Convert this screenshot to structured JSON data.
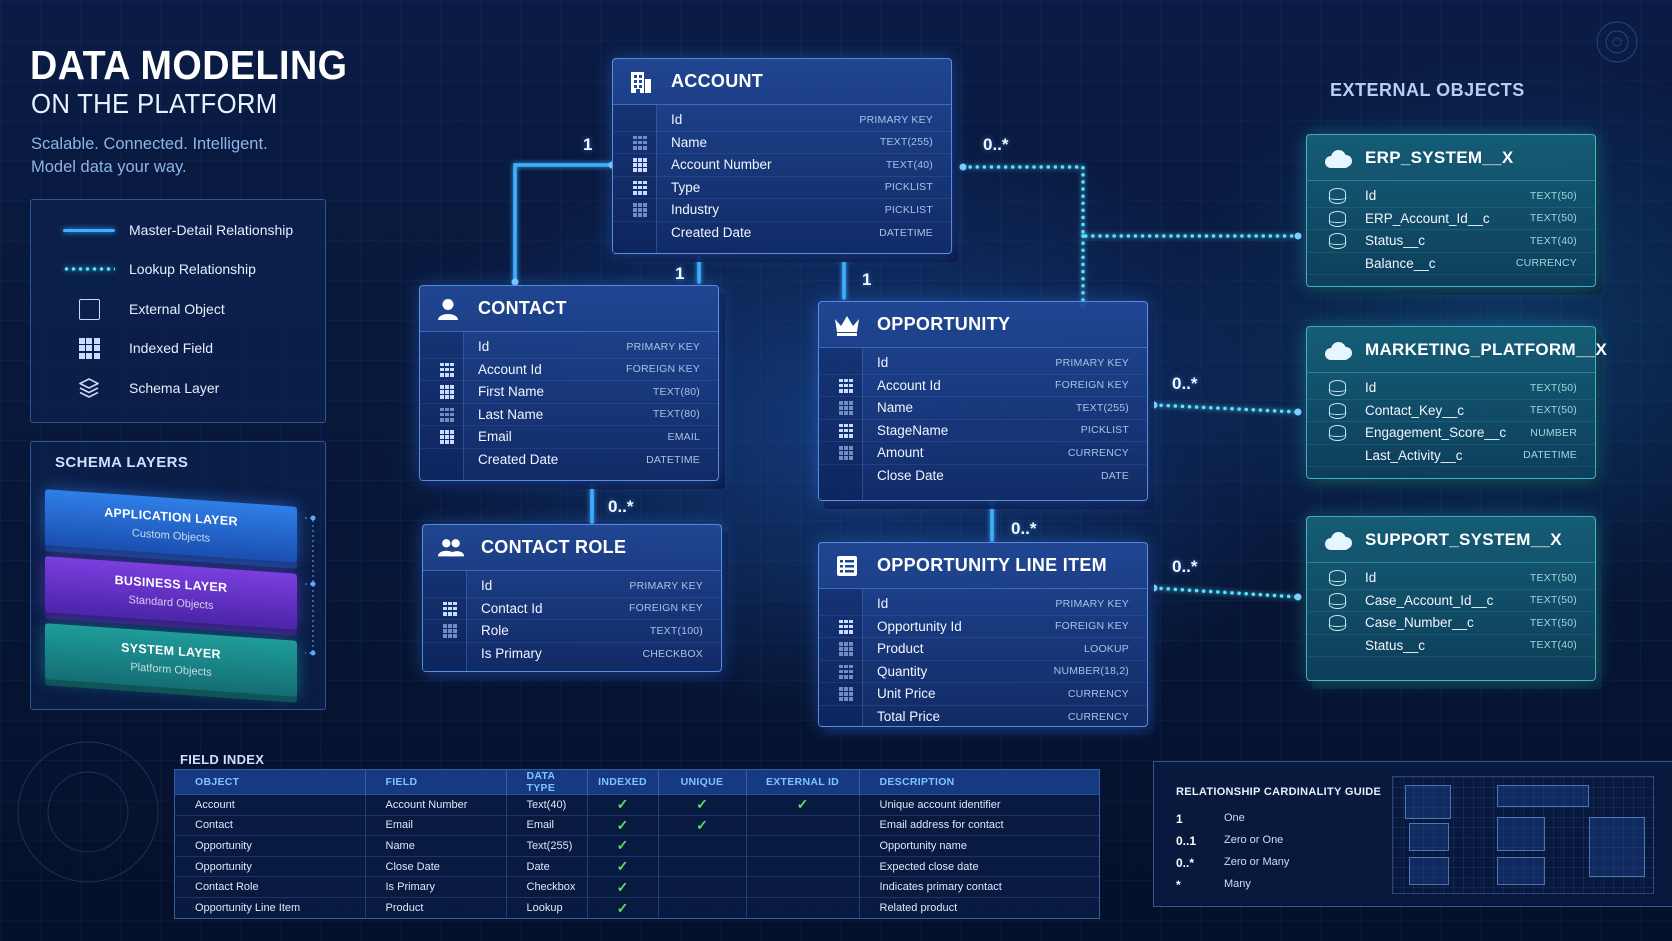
{
  "header": {
    "title": "DATA MODELING",
    "subtitle": "ON THE PLATFORM",
    "tagline_1": "Scalable. Connected. Intelligent.",
    "tagline_2": "Model data your way."
  },
  "legend": {
    "items": [
      {
        "label": "Master-Detail Relationship",
        "icon": "solid-line"
      },
      {
        "label": "Lookup Relationship",
        "icon": "dotted-line"
      },
      {
        "label": "External Object",
        "icon": "square-outline-icon"
      },
      {
        "label": "Indexed Field",
        "icon": "grid-icon"
      },
      {
        "label": "Schema Layer",
        "icon": "layers-icon"
      }
    ]
  },
  "schema_layers": {
    "title": "SCHEMA LAYERS",
    "layers": [
      {
        "name": "APPLICATION LAYER",
        "desc": "Custom Objects",
        "color": "#2f7fe8"
      },
      {
        "name": "BUSINESS LAYER",
        "desc": "Standard Objects",
        "color": "#7b3fe0"
      },
      {
        "name": "SYSTEM LAYER",
        "desc": "Platform Objects",
        "color": "#1f9c9a"
      }
    ]
  },
  "entities": {
    "account": {
      "name": "ACCOUNT",
      "icon": "building-icon",
      "fields": [
        {
          "name": "Id",
          "type": "PRIMARY KEY"
        },
        {
          "name": "Name",
          "type": "TEXT(255)"
        },
        {
          "name": "Account Number",
          "type": "TEXT(40)"
        },
        {
          "name": "Type",
          "type": "PICKLIST"
        },
        {
          "name": "Industry",
          "type": "PICKLIST"
        },
        {
          "name": "Created Date",
          "type": "DATETIME"
        }
      ]
    },
    "contact": {
      "name": "CONTACT",
      "icon": "person-icon",
      "fields": [
        {
          "name": "Id",
          "type": "PRIMARY KEY"
        },
        {
          "name": "Account Id",
          "type": "FOREIGN KEY"
        },
        {
          "name": "First Name",
          "type": "TEXT(80)"
        },
        {
          "name": "Last Name",
          "type": "TEXT(80)"
        },
        {
          "name": "Email",
          "type": "EMAIL"
        },
        {
          "name": "Created Date",
          "type": "DATETIME"
        }
      ]
    },
    "opportunity": {
      "name": "OPPORTUNITY",
      "icon": "crown-icon",
      "fields": [
        {
          "name": "Id",
          "type": "PRIMARY KEY"
        },
        {
          "name": "Account Id",
          "type": "FOREIGN KEY"
        },
        {
          "name": "Name",
          "type": "TEXT(255)"
        },
        {
          "name": "StageName",
          "type": "PICKLIST"
        },
        {
          "name": "Amount",
          "type": "CURRENCY"
        },
        {
          "name": "Close Date",
          "type": "DATE"
        }
      ]
    },
    "contact_role": {
      "name": "CONTACT ROLE",
      "icon": "people-icon",
      "fields": [
        {
          "name": "Id",
          "type": "PRIMARY KEY"
        },
        {
          "name": "Contact Id",
          "type": "FOREIGN KEY"
        },
        {
          "name": "Role",
          "type": "TEXT(100)"
        },
        {
          "name": "Is Primary",
          "type": "CHECKBOX"
        }
      ]
    },
    "opp_line_item": {
      "name": "OPPORTUNITY LINE ITEM",
      "icon": "list-icon",
      "fields": [
        {
          "name": "Id",
          "type": "PRIMARY KEY"
        },
        {
          "name": "Opportunity Id",
          "type": "FOREIGN KEY"
        },
        {
          "name": "Product",
          "type": "LOOKUP"
        },
        {
          "name": "Quantity",
          "type": "NUMBER(18,2)"
        },
        {
          "name": "Unit Price",
          "type": "CURRENCY"
        },
        {
          "name": "Total Price",
          "type": "CURRENCY"
        }
      ]
    }
  },
  "external": {
    "title": "EXTERNAL OBJECTS",
    "erp": {
      "name": "ERP_SYSTEM__X",
      "icon": "cloud-icon",
      "fields": [
        {
          "name": "Id",
          "type": "TEXT(50)"
        },
        {
          "name": "ERP_Account_Id__c",
          "type": "TEXT(50)"
        },
        {
          "name": "Status__c",
          "type": "TEXT(40)"
        },
        {
          "name": "Balance__c",
          "type": "CURRENCY"
        }
      ]
    },
    "marketing": {
      "name": "MARKETING_PLATFORM__X",
      "icon": "cloud-icon",
      "fields": [
        {
          "name": "Id",
          "type": "TEXT(50)"
        },
        {
          "name": "Contact_Key__c",
          "type": "TEXT(50)"
        },
        {
          "name": "Engagement_Score__c",
          "type": "NUMBER"
        },
        {
          "name": "Last_Activity__c",
          "type": "DATETIME"
        }
      ]
    },
    "support": {
      "name": "SUPPORT_SYSTEM__X",
      "icon": "cloud-icon",
      "fields": [
        {
          "name": "Id",
          "type": "TEXT(50)"
        },
        {
          "name": "Case_Account_Id__c",
          "type": "TEXT(50)"
        },
        {
          "name": "Case_Number__c",
          "type": "TEXT(50)"
        },
        {
          "name": "Status__c",
          "type": "TEXT(40)"
        }
      ]
    }
  },
  "cardinality_labels": {
    "account_contact": "1",
    "account_erp": "0..*",
    "contact_top": "1",
    "opportunity_top": "1",
    "contact_role": "0..*",
    "opp_marketing": "0..*",
    "opp_line_item": "0..*",
    "line_support": "0..*"
  },
  "field_index": {
    "title": "FIELD INDEX",
    "columns": [
      "OBJECT",
      "FIELD",
      "DATA TYPE",
      "INDEXED",
      "UNIQUE",
      "EXTERNAL ID",
      "DESCRIPTION"
    ],
    "rows": [
      {
        "object": "Account",
        "field": "Account Number",
        "type": "Text(40)",
        "indexed": true,
        "unique": true,
        "external": true,
        "desc": "Unique account identifier"
      },
      {
        "object": "Contact",
        "field": "Email",
        "type": "Email",
        "indexed": true,
        "unique": true,
        "external": false,
        "desc": "Email address for contact"
      },
      {
        "object": "Opportunity",
        "field": "Name",
        "type": "Text(255)",
        "indexed": true,
        "unique": false,
        "external": false,
        "desc": "Opportunity name"
      },
      {
        "object": "Opportunity",
        "field": "Close Date",
        "type": "Date",
        "indexed": true,
        "unique": false,
        "external": false,
        "desc": "Expected close date"
      },
      {
        "object": "Contact Role",
        "field": "Is Primary",
        "type": "Checkbox",
        "indexed": true,
        "unique": false,
        "external": false,
        "desc": "Indicates primary contact"
      },
      {
        "object": "Opportunity Line Item",
        "field": "Product",
        "type": "Lookup",
        "indexed": true,
        "unique": false,
        "external": false,
        "desc": "Related product"
      }
    ]
  },
  "cardinality_guide": {
    "title": "RELATIONSHIP CARDINALITY GUIDE",
    "items": [
      {
        "symbol": "1",
        "desc": "One"
      },
      {
        "symbol": "0..1",
        "desc": "Zero or One"
      },
      {
        "symbol": "0..*",
        "desc": "Zero or Many"
      },
      {
        "symbol": "*",
        "desc": "Many"
      }
    ]
  },
  "colors": {
    "master_detail": "#3fb0ff",
    "lookup": "#55e4ff",
    "check": "#54e06a"
  }
}
